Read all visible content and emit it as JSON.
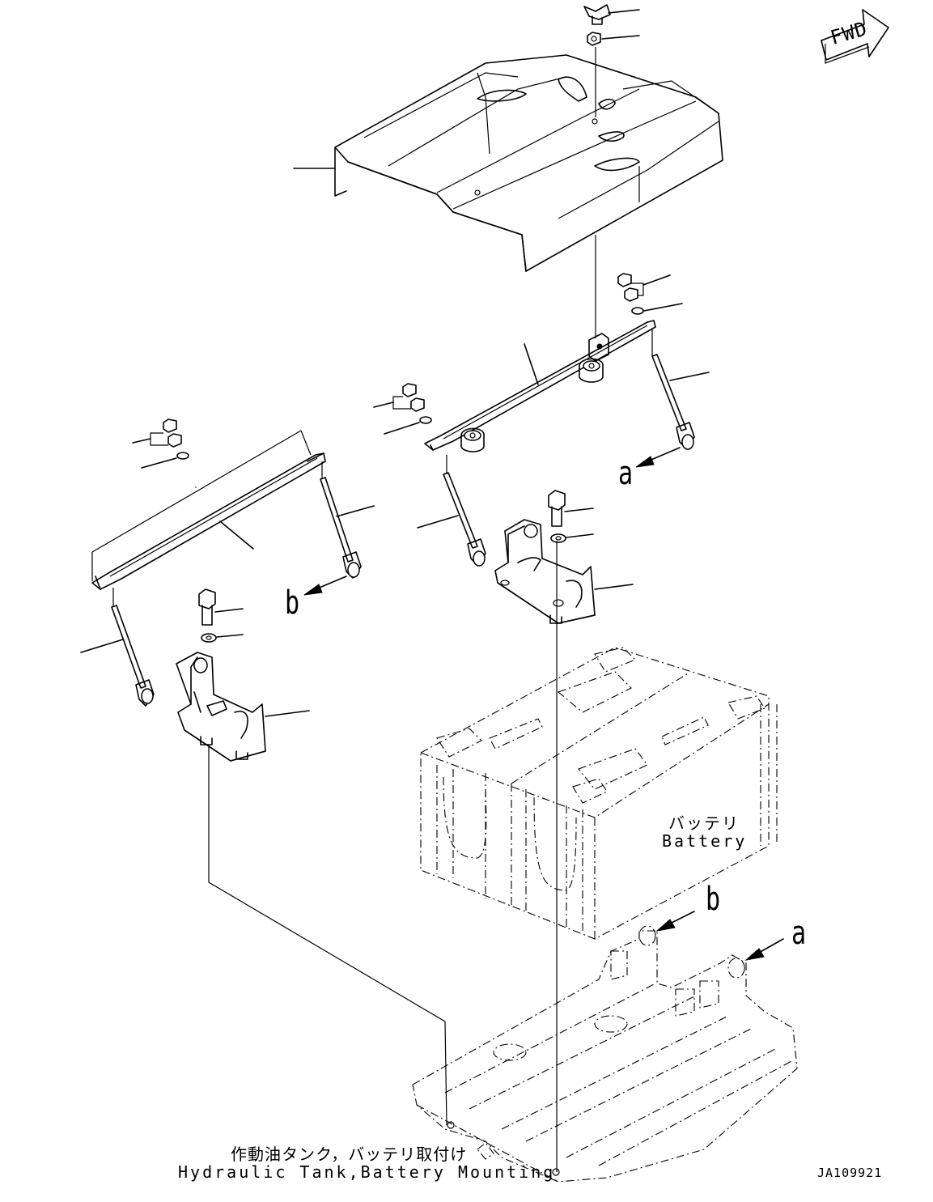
{
  "labels": {
    "fwd": "FWD",
    "ref_a_upper": "a",
    "ref_b_upper": "b",
    "ref_b_lower": "b",
    "ref_a_lower": "a",
    "battery_jp": "バッテリ",
    "battery_en": "Battery",
    "caption_jp": "作動油タンク，バッテリ取付け",
    "caption_en": "Hydraulic Tank,Battery Mounting",
    "drawing_code": "JA109921"
  }
}
